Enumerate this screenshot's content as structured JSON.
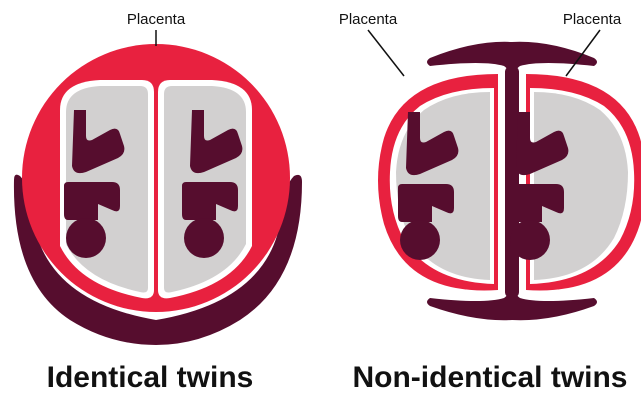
{
  "colors": {
    "placenta": "#e8213f",
    "sac_outline": "#ffffff",
    "sac_fill": "#d2d0d0",
    "fetus": "#560d2e",
    "uterus": "#560d2e",
    "text": "#111111"
  },
  "panels": [
    {
      "caption": "Identical twins",
      "placenta_labels": [
        "Placenta"
      ]
    },
    {
      "caption": "Non-identical twins",
      "placenta_labels": [
        "Placenta",
        "Placenta"
      ]
    }
  ]
}
